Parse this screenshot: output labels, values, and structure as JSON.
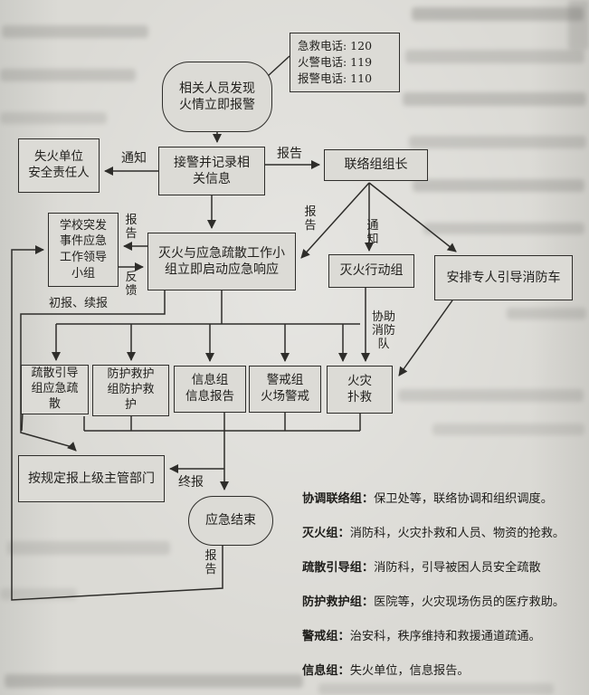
{
  "colors": {
    "ink": "#2e2d2a",
    "paper": "#d8d7d2"
  },
  "nodes": {
    "start": "相关人员发现\n火情立即报警",
    "phones": "急救电话: 120\n火警电话: 119\n报警电话: 110",
    "fire_unit": "失火单位\n安全责任人",
    "receive": "接警并记录相\n关信息",
    "liaison": "联络组组长",
    "leader_group": "学校突发\n事件应急\n工作领导\n小组",
    "response_group": "灭火与应急疏散工作小\n组立即启动应急响应",
    "action_group": "灭火行动组",
    "guide_truck": "安排专人引导消防车",
    "evacuation": "疏散引导\n组应急疏\n散",
    "protection": "防护救护\n组防护救\n护",
    "information": "信息组\n信息报告",
    "alert": "警戒组\n火场警戒",
    "fire_fighting": "火灾\n扑救",
    "report_superior": "按规定报上级主管部门",
    "end": "应急结束"
  },
  "labels": {
    "notify": "通知",
    "report": "报告",
    "report_leader": "报\n告",
    "feedback": "反\n馈",
    "report_diag": "报\n告",
    "notify_down": "通\n知",
    "initial_continue": "初报、续报",
    "assist_brigade": "协助\n消防\n队",
    "final_report": "终报",
    "report_end": "报\n告"
  },
  "legend": [
    {
      "label": "协调联络组：",
      "desc": "保卫处等，联络协调和组织调度。"
    },
    {
      "label": "灭火组：",
      "desc": "消防科，火灾扑救和人员、物资的抢救。"
    },
    {
      "label": "疏散引导组：",
      "desc": "消防科，引导被困人员安全疏散"
    },
    {
      "label": "防护救护组：",
      "desc": "医院等，火灾现场伤员的医疗救助。"
    },
    {
      "label": "警戒组：",
      "desc": "治安科，秩序维持和救援通道疏通。"
    },
    {
      "label": "信息组：",
      "desc": "失火单位，信息报告。"
    }
  ]
}
